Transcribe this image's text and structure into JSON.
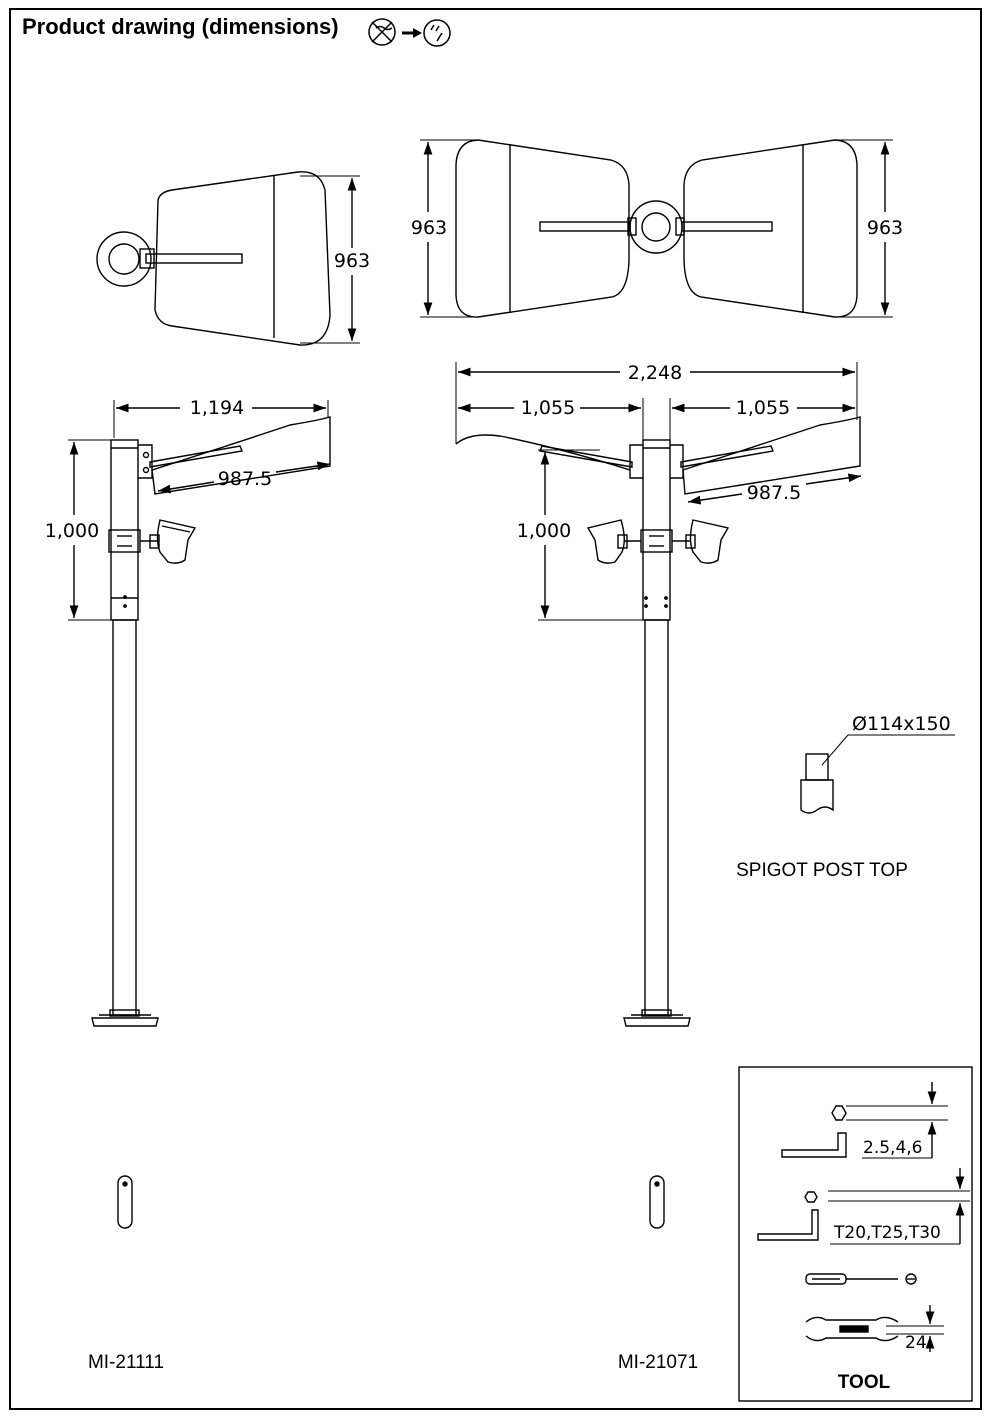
{
  "title": "Product drawing (dimensions)",
  "top_view_single": {
    "height_dim": "963"
  },
  "top_view_double": {
    "height_left": "963",
    "height_right": "963"
  },
  "side_single": {
    "arm_length": "1,194",
    "head_length": "987.5",
    "height": "1,000",
    "model": "MI-21111"
  },
  "side_double": {
    "total_width": "2,248",
    "left_arm": "1,055",
    "right_arm": "1,055",
    "head_length": "987.5",
    "height": "1,000",
    "model": "MI-21071"
  },
  "spigot": {
    "dimension": "Ø114x150",
    "label": "SPIGOT POST TOP"
  },
  "tools": {
    "hex_sizes": "2.5,4,6",
    "torx_sizes": "T20,T25,T30",
    "wrench_size": "24",
    "label": "TOOL"
  },
  "icons": [
    "no-drill-icon",
    "arrow-right-icon",
    "wall-mount-icon",
    "hex-key-icon",
    "torx-key-icon",
    "screwdriver-icon",
    "wrench-icon"
  ]
}
